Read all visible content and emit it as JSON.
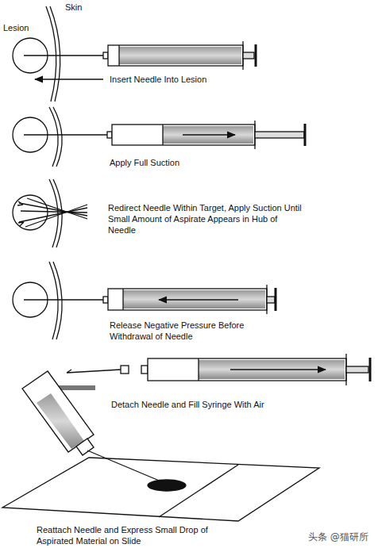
{
  "diagram": {
    "labels": [
      "Skin",
      "Lesion",
      "Insert Needle Into Lesion",
      "Apply Full Suction",
      "Redirect Needle Within Target, Apply Suction Until Small Amount of Aspirate Appears in Hub of Needle",
      "Release Negative Pressure Before Withdrawal of Needle",
      "Detach Needle and Fill Syringe With Air",
      "Reattach Needle and Express Small Drop of Aspirated Material on Slide",
      "头条 @猫研所"
    ]
  }
}
